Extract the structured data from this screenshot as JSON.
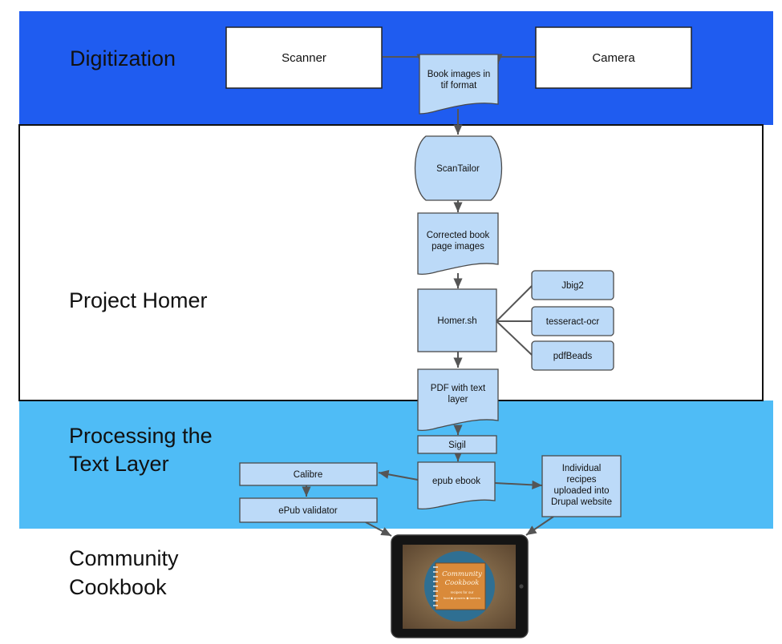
{
  "lanes": {
    "digitization": "Digitization",
    "homer": "Project Homer",
    "processing": [
      "Processing the",
      "Text Layer"
    ],
    "cookbook": [
      "Community",
      "Cookbook"
    ]
  },
  "nodes": {
    "scanner": "Scanner",
    "camera": "Camera",
    "book_images": [
      "Book images in",
      "tif format"
    ],
    "scantailor": "ScanTailor",
    "corrected": [
      "Corrected book",
      "page images"
    ],
    "homer_sh": "Homer.sh",
    "jbig2": "Jbig2",
    "tesseract": "tesseract-ocr",
    "pdfbeads": "pdfBeads",
    "pdf_text": [
      "PDF with text",
      "layer"
    ],
    "sigil": "Sigil",
    "epub": "epub ebook",
    "calibre": "Calibre",
    "epub_validator": "ePub validator",
    "recipes": [
      "Individual",
      "recipes",
      "uploaded into",
      "Drupal website"
    ]
  },
  "tablet": {
    "cookbook_title": [
      "Community",
      "Cookbook"
    ],
    "cookbook_subtitle": [
      "recipes for our",
      "food ◆ growers ◆ farmers"
    ]
  },
  "colors": {
    "digitization_band": "#1f5cf0",
    "processing_band": "#4fbcf6",
    "node_fill": "#bcdaf8"
  }
}
